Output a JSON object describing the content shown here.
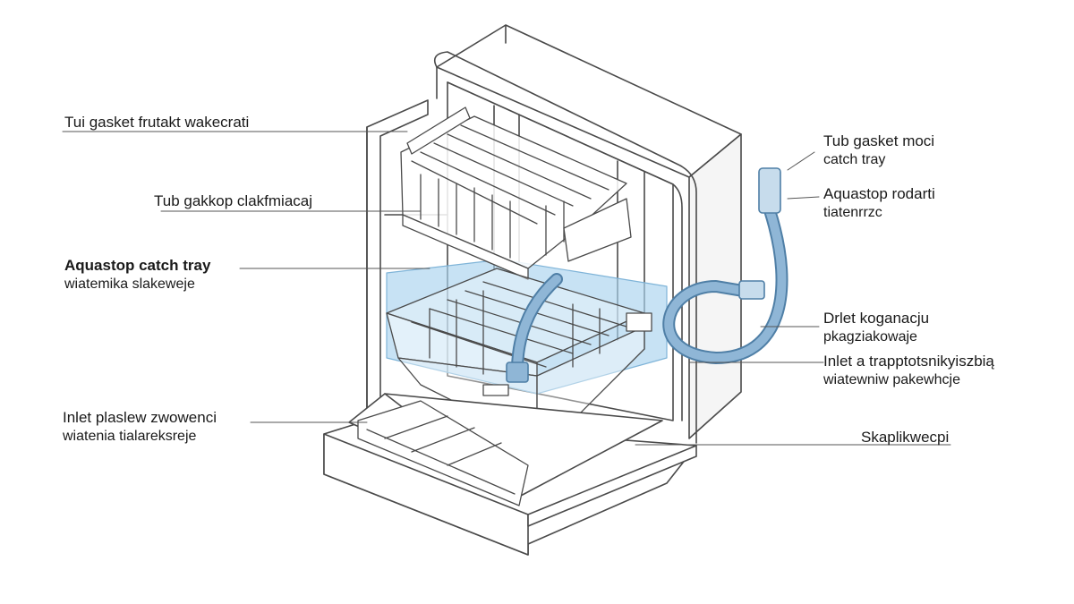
{
  "labels": [
    {
      "id": "tub-gasket-left",
      "lines": [
        "Tui gasket frutakt wakecrati"
      ]
    },
    {
      "id": "tub-gakkop",
      "lines": [
        "Tub gakkop clakfmiacaj"
      ]
    },
    {
      "id": "aquastop-catch-tray",
      "lines": [
        "Aquastop catch tray",
        "wiatemika slakeweje"
      ]
    },
    {
      "id": "inlet-plaslew",
      "lines": [
        "Inlet plaslew zwowenci",
        "wiatenia tialareksreje"
      ]
    },
    {
      "id": "tub-gasket-right",
      "lines": [
        "Tub gasket moci",
        "catch tray"
      ]
    },
    {
      "id": "aquastop-rodarti",
      "lines": [
        "Aquastop rodarti",
        "tiatenrrzc"
      ]
    },
    {
      "id": "drlet-koganaciju",
      "lines": [
        "Drlet koganacju",
        "pkagziakowaje"
      ]
    },
    {
      "id": "inlet-trapptotsnikyiszbia",
      "lines": [
        "Inlet a trapptotsnikyiszbią",
        "wiatewniw pakewhcje"
      ]
    },
    {
      "id": "skaplikwecpi",
      "lines": [
        "Skaplikwecpi"
      ]
    }
  ],
  "colors": {
    "outline": "#4a4a4a",
    "water": "#a9d3ee",
    "water_edge": "#7fb4d8",
    "hose": "#8fb6d6",
    "hose_dark": "#4f7fa6"
  }
}
